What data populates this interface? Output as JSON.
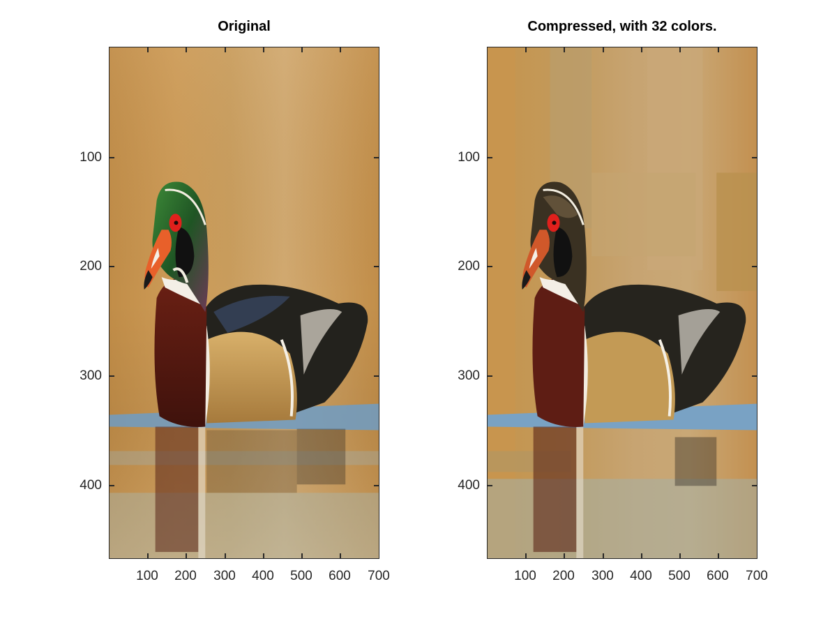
{
  "figure": {
    "panels": [
      {
        "id": "original",
        "title": "Original",
        "yticks": [
          "100",
          "200",
          "300",
          "400"
        ],
        "xticks": [
          "100",
          "200",
          "300",
          "400",
          "500",
          "600",
          "700"
        ]
      },
      {
        "id": "compressed",
        "title": "Compressed, with 32 colors.",
        "yticks": [
          "100",
          "200",
          "300",
          "400"
        ],
        "xticks": [
          "100",
          "200",
          "300",
          "400",
          "500",
          "600",
          "700"
        ]
      }
    ],
    "colors": {
      "background_water": "#c99a50",
      "reflection_blue": "#6f9cc4",
      "duck_head_green": "#2f6a2c",
      "duck_eye_red": "#e0201c",
      "duck_breast_maroon": "#5a1a12",
      "duck_flank_gold": "#c49a52",
      "duck_back_dark": "#1f1e1a"
    }
  }
}
